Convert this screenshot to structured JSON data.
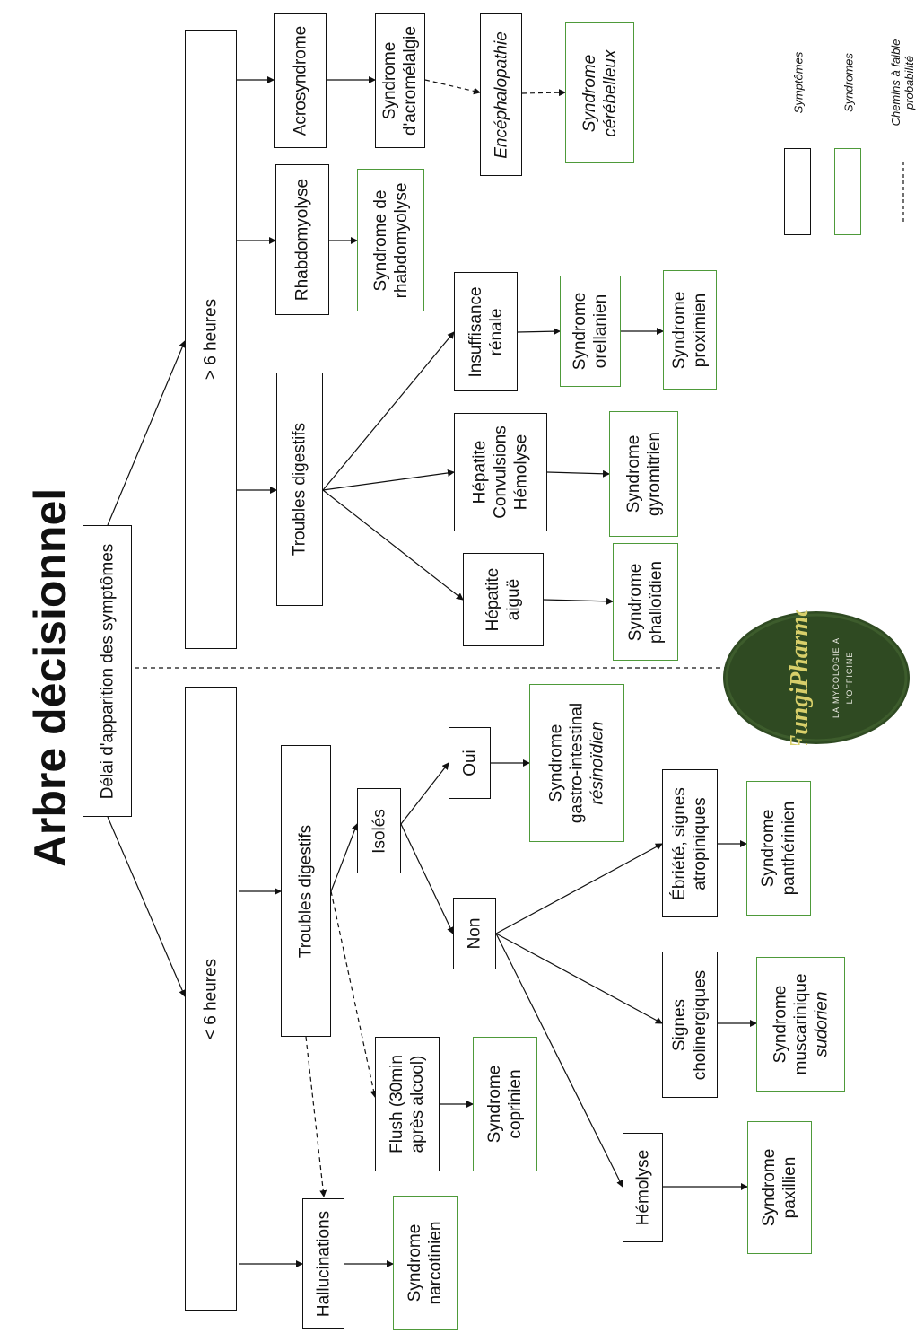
{
  "title": "Arbre décisionnel",
  "root": "Délai d'apparition des symptômes",
  "branches": {
    "gt6": "> 6 heures",
    "lt6": "< 6 heures"
  },
  "nodes": {
    "acrosyndrome": "Acrosyndrome",
    "acromelalgie": [
      "Syndrome",
      "d'acromélalgie"
    ],
    "encephalopathie": "Encéphalopathie",
    "cerebelleux": [
      "Syndrome",
      "cérébelleux"
    ],
    "rhabdomyolyse": "Rhabdomyolyse",
    "synd_rhabdo": [
      "Syndrome de",
      "rhabdomyolyse"
    ],
    "troubles_digestifs_gt6": "Troubles digestifs",
    "insuffisance_renale": [
      "Insuffisance",
      "rénale"
    ],
    "orellanien": [
      "Syndrome",
      "orellanien"
    ],
    "proximien": [
      "Syndrome",
      "proximien"
    ],
    "hepatite_conv": [
      "Hépatite",
      "Convulsions",
      "Hémolyse"
    ],
    "gyromitrien": [
      "Syndrome",
      "gyromitrien"
    ],
    "hepatite_aigue": [
      "Hépatite",
      "aiguë"
    ],
    "phalloidien": [
      "Syndrome",
      "phalloïdien"
    ],
    "troubles_digestifs_lt6": "Troubles digestifs",
    "isoles": "Isolés",
    "oui": "Oui",
    "resinoidien": [
      "Syndrome",
      "gastro-intestinal",
      "résinoïdien"
    ],
    "non": "Non",
    "ebriete": [
      "Ébriété, signes",
      "atropiniques"
    ],
    "pantherinien": [
      "Syndrome",
      "panthérinien"
    ],
    "cholinergiques": [
      "Signes",
      "cholinergiques"
    ],
    "muscarinique": [
      "Syndrome",
      "muscarinique",
      "sudorien"
    ],
    "hemolyse": "Hémolyse",
    "paxillien": [
      "Syndrome",
      "paxillien"
    ],
    "flush": [
      "Flush (30min",
      "après alcool)"
    ],
    "coprinien": [
      "Syndrome",
      "coprinien"
    ],
    "hallucinations": "Hallucinations",
    "narcotinien": [
      "Syndrome",
      "narcotinien"
    ]
  },
  "legend": {
    "symptomes": "Symptômes",
    "syndromes": "Syndromes",
    "chemins": [
      "Chemins à faible",
      "probabilité"
    ]
  },
  "logo": {
    "name": "FungiPharma",
    "tagline": [
      "LA MYCOLOGIE À",
      "L'OFFICINE"
    ]
  },
  "colors": {
    "symptom_border": "#111111",
    "syndrome_border": "#4e9a3a",
    "logo_bg": "#2f4a22",
    "logo_text": "#d8cf6a"
  }
}
